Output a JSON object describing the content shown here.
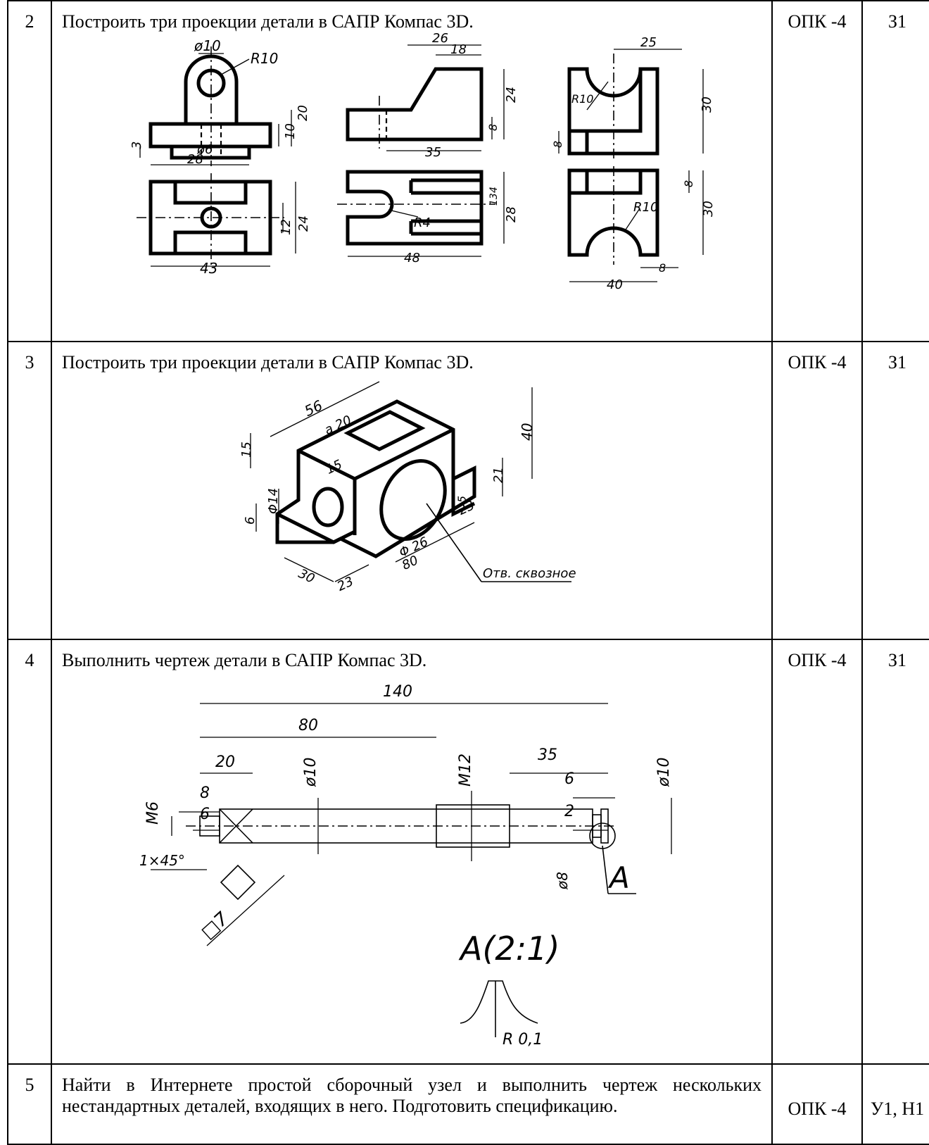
{
  "rows": [
    {
      "num": "2",
      "text": "Построить три проекции детали в САПР Компас 3D.",
      "competence": "ОПК -4",
      "indicator": "З1",
      "dims": {
        "d10": "ø10",
        "r10": "R10",
        "d6": "ø6",
        "n28": "28",
        "n43": "43",
        "n3": "3",
        "n10": "10",
        "n20": "20",
        "n12": "12",
        "n24": "24",
        "n26": "26",
        "n18": "18",
        "n35": "35",
        "n8": "8",
        "n24b": "24",
        "r4": "R4",
        "n48": "48",
        "n4": "4",
        "n13": "13",
        "n28b": "28",
        "n25": "25",
        "r10b": "R10",
        "n30": "30",
        "n8b": "8",
        "n8c": "8",
        "r10c": "R10",
        "n30b": "30",
        "n40": "40",
        "n8d": "8"
      }
    },
    {
      "num": "3",
      "text": "Построить три проекции детали в САПР Компас 3D.",
      "competence": "ОПК -4",
      "indicator": "З1",
      "dims": {
        "n56": "56",
        "a20": "a 20",
        "n15": "15",
        "n15b": "15",
        "d14": "Φ14",
        "n6": "6",
        "n40": "40",
        "n21": "21",
        "n5": "5",
        "n23": "23",
        "d26": "Φ 26",
        "n80": "80",
        "n30": "30",
        "n23b": "23",
        "note": "Отв. сквозное"
      }
    },
    {
      "num": "4",
      "text": "Выполнить чертеж детали в САПР Компас 3D.",
      "competence": "ОПК -4",
      "indicator": "З1",
      "dims": {
        "n140": "140",
        "n80": "80",
        "n20": "20",
        "n35": "35",
        "n8": "8",
        "n6": "6",
        "n6b": "6",
        "n2": "2",
        "m6": "M6",
        "d10": "ø10",
        "m12": "M12",
        "d10b": "ø10",
        "d8": "ø8",
        "chamfer": "1×45°",
        "sq7": "□7",
        "viewA": "A",
        "detail": "A(2:1)",
        "r01": "R 0,1"
      }
    },
    {
      "num": "5",
      "text": "Найти в Интернете простой сборочный узел и выполнить чертеж нескольких нестандартных деталей, входящих в него. Подготовить спецификацию.",
      "competence": "ОПК -4",
      "indicator": "У1, Н1"
    }
  ]
}
